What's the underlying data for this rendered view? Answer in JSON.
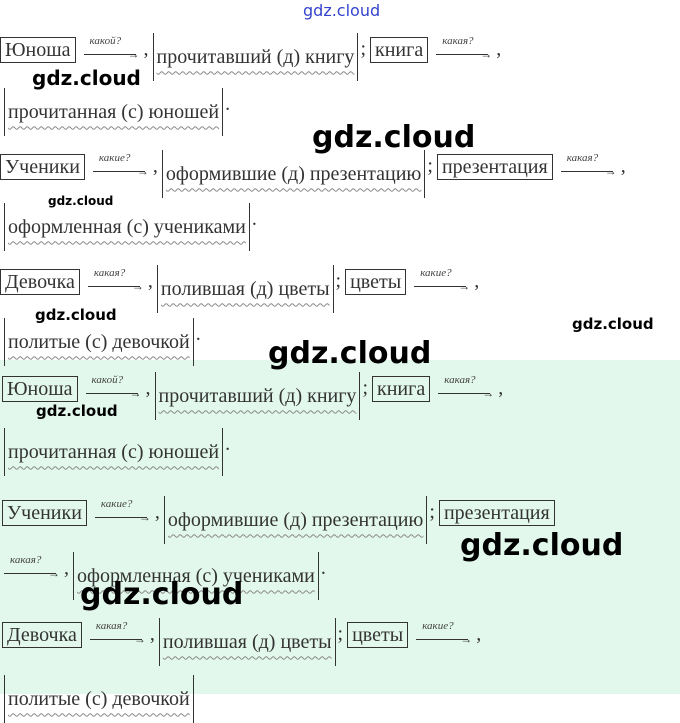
{
  "watermark": "gdz.cloud",
  "colors": {
    "answer_bg": "#e3f8ec",
    "top_watermark": "#3344cc"
  },
  "lines": [
    {
      "box": "Юноша",
      "q": "какой?",
      "part": "прочитавший (д) книгу",
      "box2": "книга",
      "q2": "какая?"
    },
    {
      "part": "прочитанная (с) юношей"
    },
    {
      "box": "Ученики",
      "q": "какие?",
      "part": "оформившие (д) презентацию",
      "box2": "презентация",
      "q2": "какая?"
    },
    {
      "part": "оформленная (с) учениками"
    },
    {
      "box": "Девочка",
      "q": "какая?",
      "part": "полившая (д) цветы",
      "box2": "цветы",
      "q2": "какие?"
    },
    {
      "part": "политые (с) девочкой"
    }
  ],
  "answer_lines": [
    {
      "box": "Юноша",
      "q": "какой?",
      "part": "прочитавший (д) книгу",
      "box2": "книга",
      "q2": "какая?"
    },
    {
      "part": "прочитанная (с) юношей"
    },
    {
      "box": "Ученики",
      "q": "какие?",
      "part": "оформившие (д) презентацию",
      "box2": "презентация"
    },
    {
      "q": "какая?",
      "part": "оформленная (с) учениками"
    },
    {
      "box": "Девочка",
      "q": "какая?",
      "part": "полившая (д) цветы",
      "box2": "цветы",
      "q2": "какие?"
    },
    {
      "part": "политые (с) девочкой"
    }
  ],
  "punct": {
    "comma": ",",
    "semicolon": ";",
    "period": ".",
    "arrowhead": "→"
  }
}
